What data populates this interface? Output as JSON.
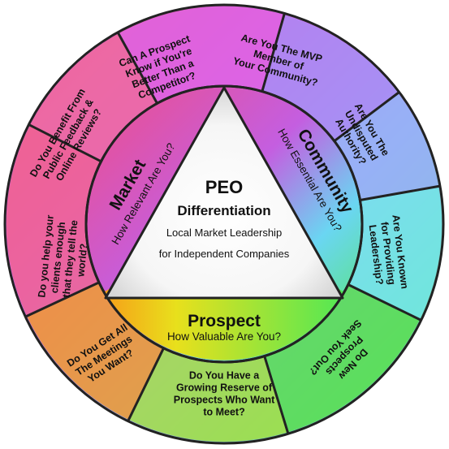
{
  "center": {
    "title": "PEO",
    "subtitle": "Differentiation",
    "line1": "Local Market Leadership",
    "line2": "for Independent Companies"
  },
  "rings": {
    "market": {
      "title": "Market",
      "subtitle": "How Relevant Are You?"
    },
    "community": {
      "title": "Community",
      "subtitle": "How Essential Are You?"
    },
    "prospect": {
      "title": "Prospect",
      "subtitle": "How Valuable Are You?"
    }
  },
  "segments": [
    {
      "id": "better-than-competitor",
      "lines": [
        "Can A Prospect",
        "Know if You're",
        "Better Than a",
        "Competitor?"
      ],
      "color": "#e062e2"
    },
    {
      "id": "mvp-member",
      "lines": [
        "Are You The MVP",
        "Member of",
        "Your Community?"
      ],
      "color": "#a88cf4"
    },
    {
      "id": "undisputed-authority",
      "lines": [
        "Are You The",
        "Undisputed",
        "Authority?"
      ],
      "color": "#96b4f6"
    },
    {
      "id": "providing-leadership",
      "lines": [
        "Are You Known",
        "for Providing",
        "Leadership?"
      ],
      "color": "#72ecec"
    },
    {
      "id": "prospects-seek",
      "lines": [
        "Do New",
        "Prospects",
        "Seek You Out?"
      ],
      "color": "#58e24a"
    },
    {
      "id": "growing-reserve",
      "lines": [
        "Do You Have a",
        "Growing Reserve of",
        "Prospects Who Want",
        "to Meet?"
      ],
      "color": "#a6e438"
    },
    {
      "id": "meetings-you-want",
      "lines": [
        "Do You Get All",
        "The Meetings",
        "You Want?"
      ],
      "color": "#f69a1c"
    },
    {
      "id": "clients-tell-world",
      "lines": [
        "Do you help your",
        "clients enough",
        "that they tell the",
        "world?"
      ],
      "color": "#f2628c"
    },
    {
      "id": "public-feedback",
      "lines": [
        "Do You Benefit From",
        "Public Feedback &",
        "Online Reviews?"
      ],
      "color": "#f06a9e"
    }
  ]
}
